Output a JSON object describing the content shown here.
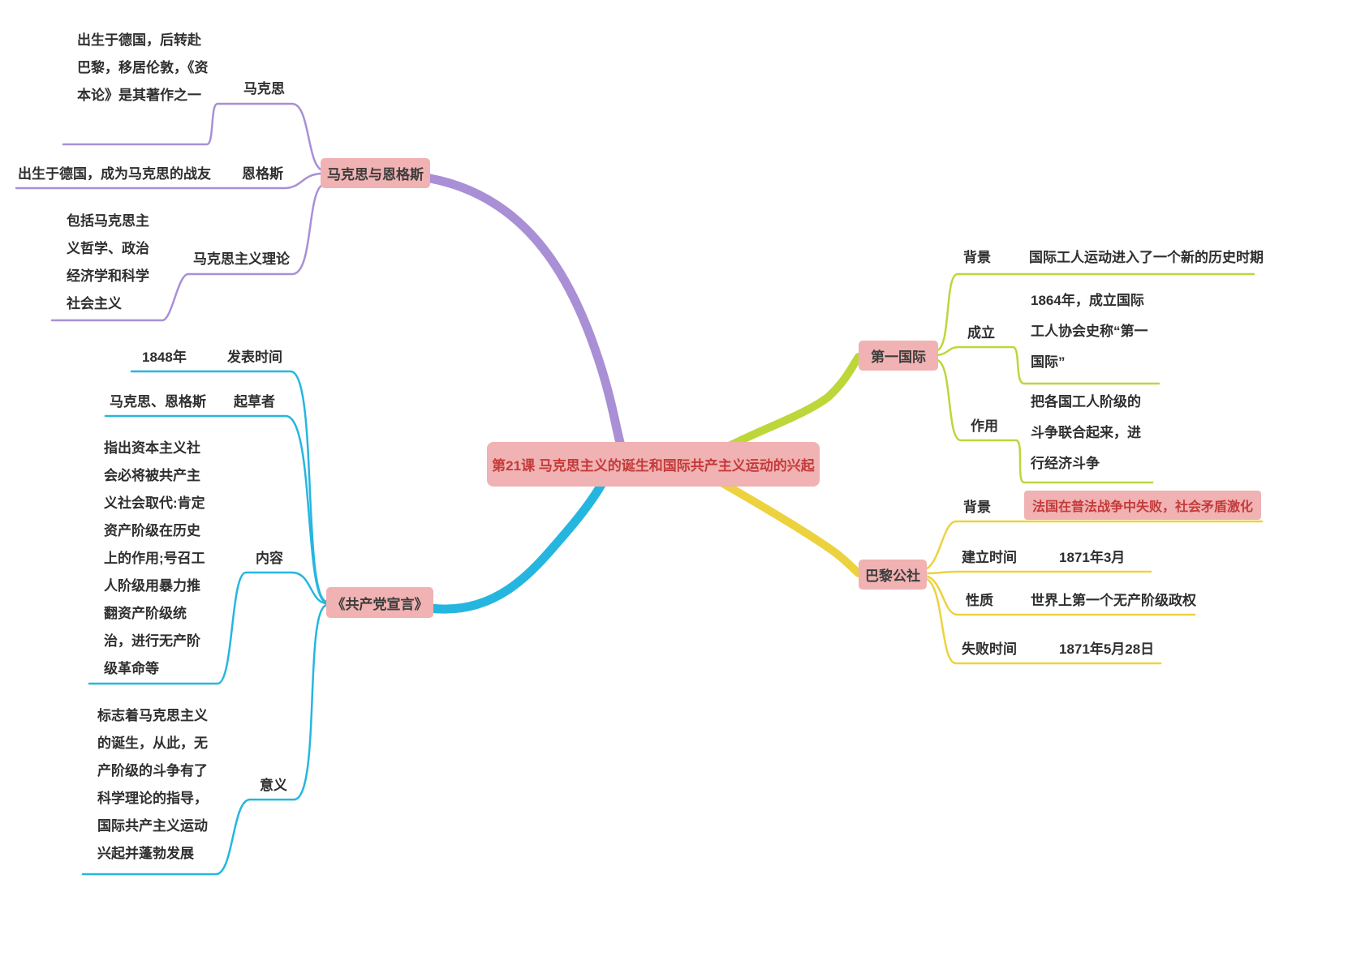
{
  "title": "第21课 马克思主义的诞生和国际共产主义运动的兴起",
  "colors": {
    "topic_bg": "#f0b2b2",
    "topic_red_text": "#c43b3b",
    "branch_purple": "#a98fd5",
    "branch_cyan": "#25b6e0",
    "branch_green": "#bdd63a",
    "branch_yellow": "#edd23f",
    "text_dark": "#2f2f2f"
  },
  "branches": {
    "marx_engels": {
      "label": "马克思与恩格斯",
      "children": [
        {
          "label": "马克思",
          "note": "出生于德国，后转赴巴黎，移居伦敦，《资本论》是其著作之一"
        },
        {
          "label": "恩格斯",
          "note": "出生于德国，成为马克思的战友"
        },
        {
          "label": "马克思主义理论",
          "note": "包括马克思主义哲学、政治经济学和科学社会主义"
        }
      ]
    },
    "manifesto": {
      "label": "《共产党宣言》",
      "children": [
        {
          "label": "发表时间",
          "note": "1848年"
        },
        {
          "label": "起草者",
          "note": "马克思、恩格斯"
        },
        {
          "label": "内容",
          "note": "指出资本主义社会必将被共产主义社会取代:肯定资产阶级在历史上的作用;号召工人阶级用暴力推翻资产阶级统治，进行无产阶级革命等"
        },
        {
          "label": "意义",
          "note": "标志着马克思主义的诞生，从此，无产阶级的斗争有了科学理论的指导，国际共产主义运动兴起并蓬勃发展"
        }
      ]
    },
    "first_international": {
      "label": "第一国际",
      "children": [
        {
          "label": "背景",
          "note": "国际工人运动进入了一个新的历史时期"
        },
        {
          "label": "成立",
          "note": "1864年，成立国际工人协会史称“第一国际”"
        },
        {
          "label": "作用",
          "note": "把各国工人阶级的斗争联合起来，进行经济斗争"
        }
      ]
    },
    "paris_commune": {
      "label": "巴黎公社",
      "children": [
        {
          "label": "背景",
          "note": "法国在普法战争中失败，社会矛盾激化",
          "highlight": true
        },
        {
          "label": "建立时间",
          "note": "1871年3月"
        },
        {
          "label": "性质",
          "note": "世界上第一个无产阶级政权"
        },
        {
          "label": "失败时间",
          "note": "1871年5月28日"
        }
      ]
    }
  }
}
